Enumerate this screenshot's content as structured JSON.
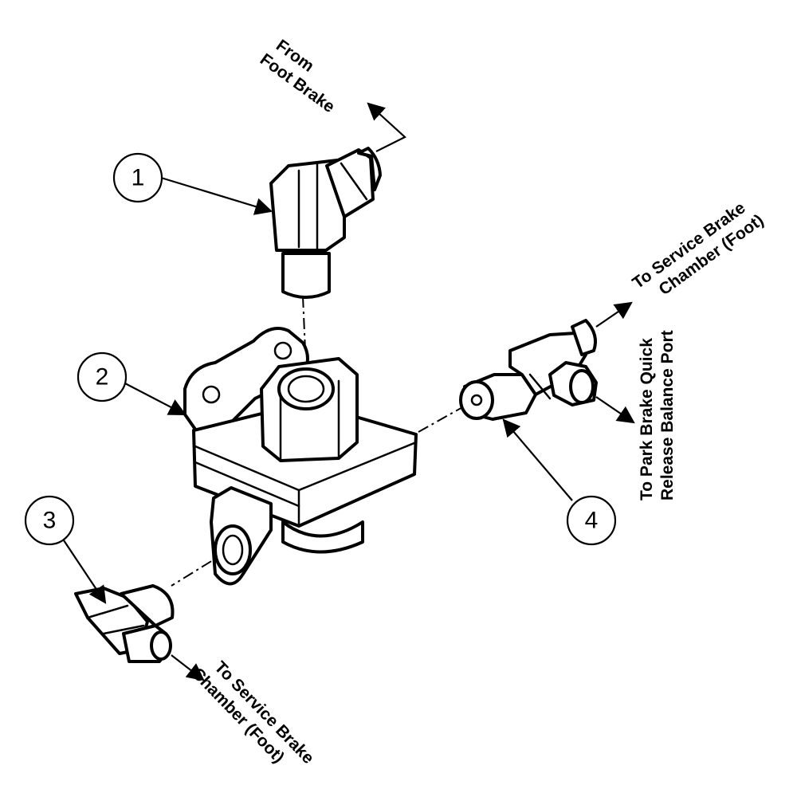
{
  "callouts": [
    {
      "id": "1",
      "label": "1"
    },
    {
      "id": "2",
      "label": "2"
    },
    {
      "id": "3",
      "label": "3"
    },
    {
      "id": "4",
      "label": "4"
    }
  ],
  "labels": {
    "from_foot_brake": [
      "From",
      "Foot Brake"
    ],
    "service_top": [
      "To Service Brake",
      "Chamber (Foot)"
    ],
    "park_brake": [
      "To Park Brake Quick",
      "Release Balance Port"
    ],
    "service_bottom": [
      "To Service Brake",
      "Chamber (Foot)"
    ]
  }
}
